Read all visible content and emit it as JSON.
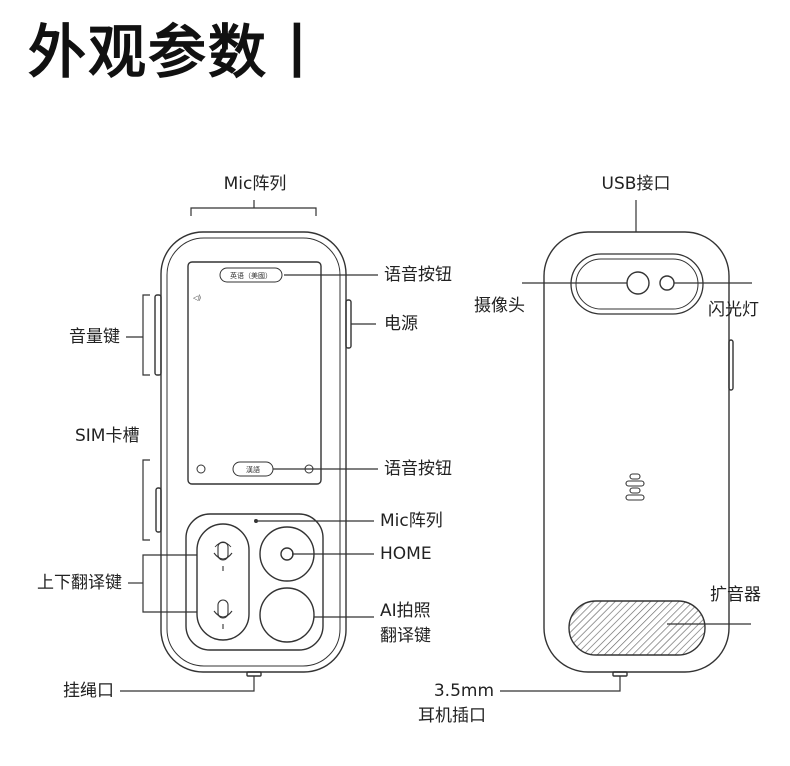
{
  "title": "外观参数丨",
  "front": {
    "mic_array_top": "Mic阵列",
    "voice_button_top": "语音按钮",
    "power": "电源",
    "volume_keys": "音量键",
    "sim_slot": "SIM卡槽",
    "voice_button_bottom": "语音按钮",
    "mic_array_bottom": "Mic阵列",
    "home": "HOME",
    "up_down_translate": "上下翻译键",
    "ai_photo_line1": "AI拍照",
    "ai_photo_line2": "翻译键",
    "lanyard": "挂绳口",
    "screen_lang_top": "英语（美國）",
    "screen_lang_bottom": "漢語"
  },
  "back": {
    "usb": "USB接口",
    "camera": "摄像头",
    "flash": "闪光灯",
    "speaker": "扩音器",
    "jack_line1": "3.5mm",
    "jack_line2": "耳机插口"
  },
  "colors": {
    "stroke": "#333333",
    "text": "#222222",
    "title": "#111111"
  }
}
